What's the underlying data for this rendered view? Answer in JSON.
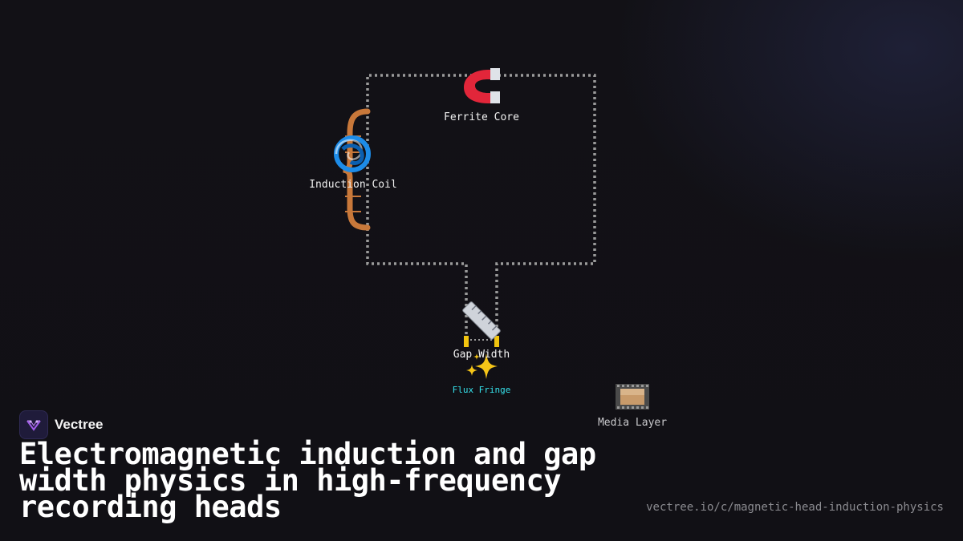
{
  "diagram": {
    "nodes": {
      "ferrite_core": {
        "label": "Ferrite Core",
        "icon": "magnet-icon"
      },
      "induction_coil": {
        "label": "Induction Coil",
        "icon": "cyclone-spiral-icon"
      },
      "gap_width": {
        "label": "Gap Width",
        "icon": "ruler-icon"
      },
      "flux_fringe": {
        "label": "Flux Fringe",
        "icon": "sparkles-icon"
      },
      "media_layer": {
        "label": "Media Layer",
        "icon": "film-strip-icon"
      }
    },
    "colors": {
      "core_outline": "#9a9a9a",
      "coil_winding": "#c8783a",
      "gap_marker": "#f2c40f",
      "flux_label": "#35e0ea"
    }
  },
  "brand": {
    "name": "Vectree",
    "logo_icon": "vectree-logo-icon"
  },
  "title": "Electromagnetic induction and gap width physics in high-frequency recording heads",
  "url": "vectree.io/c/magnetic-head-induction-physics"
}
